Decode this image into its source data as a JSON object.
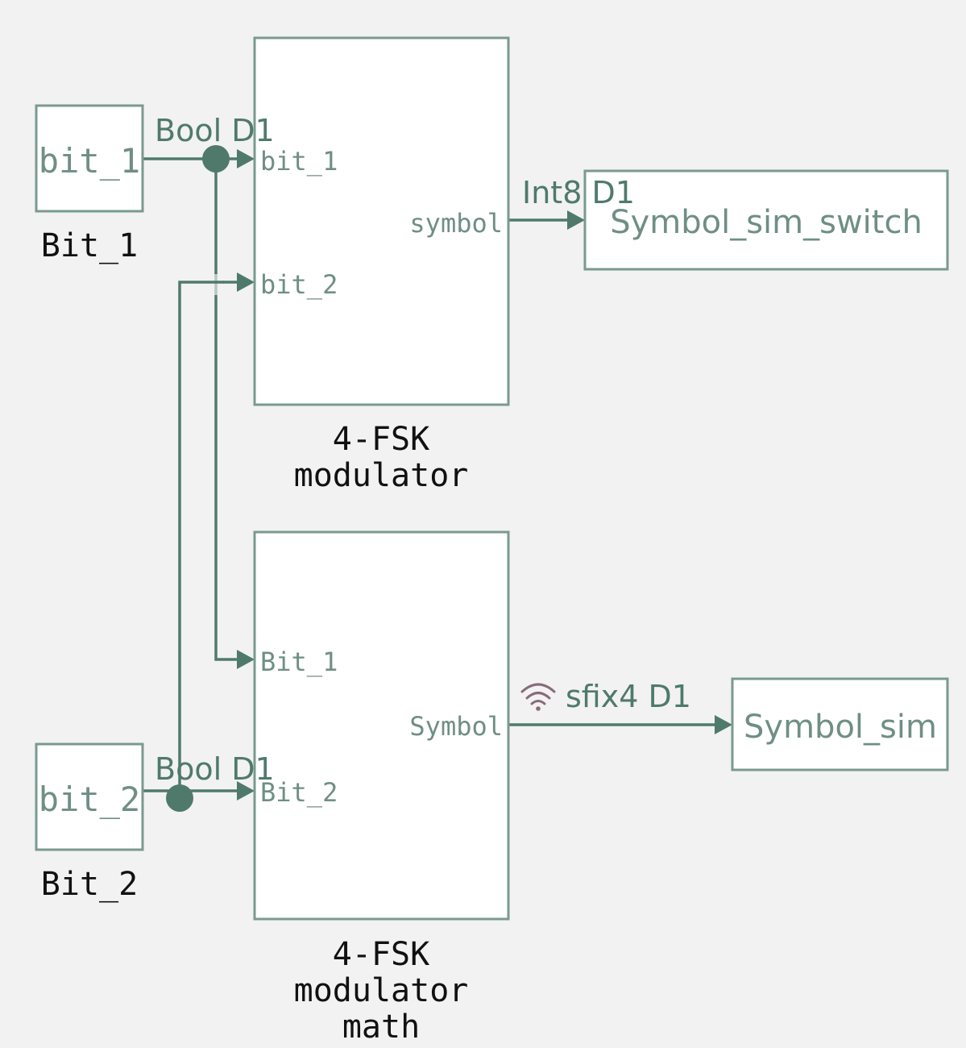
{
  "blocks": {
    "bit1_source": {
      "inner": "bit_1",
      "name": "Bit_1"
    },
    "bit2_source": {
      "inner": "bit_2",
      "name": "Bit_2"
    },
    "fsk_modulator": {
      "name_lines": [
        "4-FSK",
        "modulator"
      ],
      "in_ports": [
        "bit_1",
        "bit_2"
      ],
      "out_port": "symbol"
    },
    "fsk_modulator_math": {
      "name_lines": [
        "4-FSK",
        "modulator",
        "math"
      ],
      "in_ports": [
        "Bit_1",
        "Bit_2"
      ],
      "out_port": "Symbol"
    },
    "symbol_sim_switch": {
      "inner": "Symbol_sim_switch"
    },
    "symbol_sim": {
      "inner": "Symbol_sim"
    }
  },
  "signals": {
    "bit1": "Bool D1",
    "bit2": "Bool D1",
    "modulator_out": "Int8 D1",
    "math_out": "sfix4 D1"
  },
  "icons": {
    "math_out_icon": "wifi-icon"
  },
  "colors": {
    "background": "#f2f2f2",
    "block_border": "#7a9a8e",
    "wire": "#4f7a6b",
    "port_text": "#6f8f83",
    "label_text": "#111111",
    "icon": "#8a6a7c"
  }
}
